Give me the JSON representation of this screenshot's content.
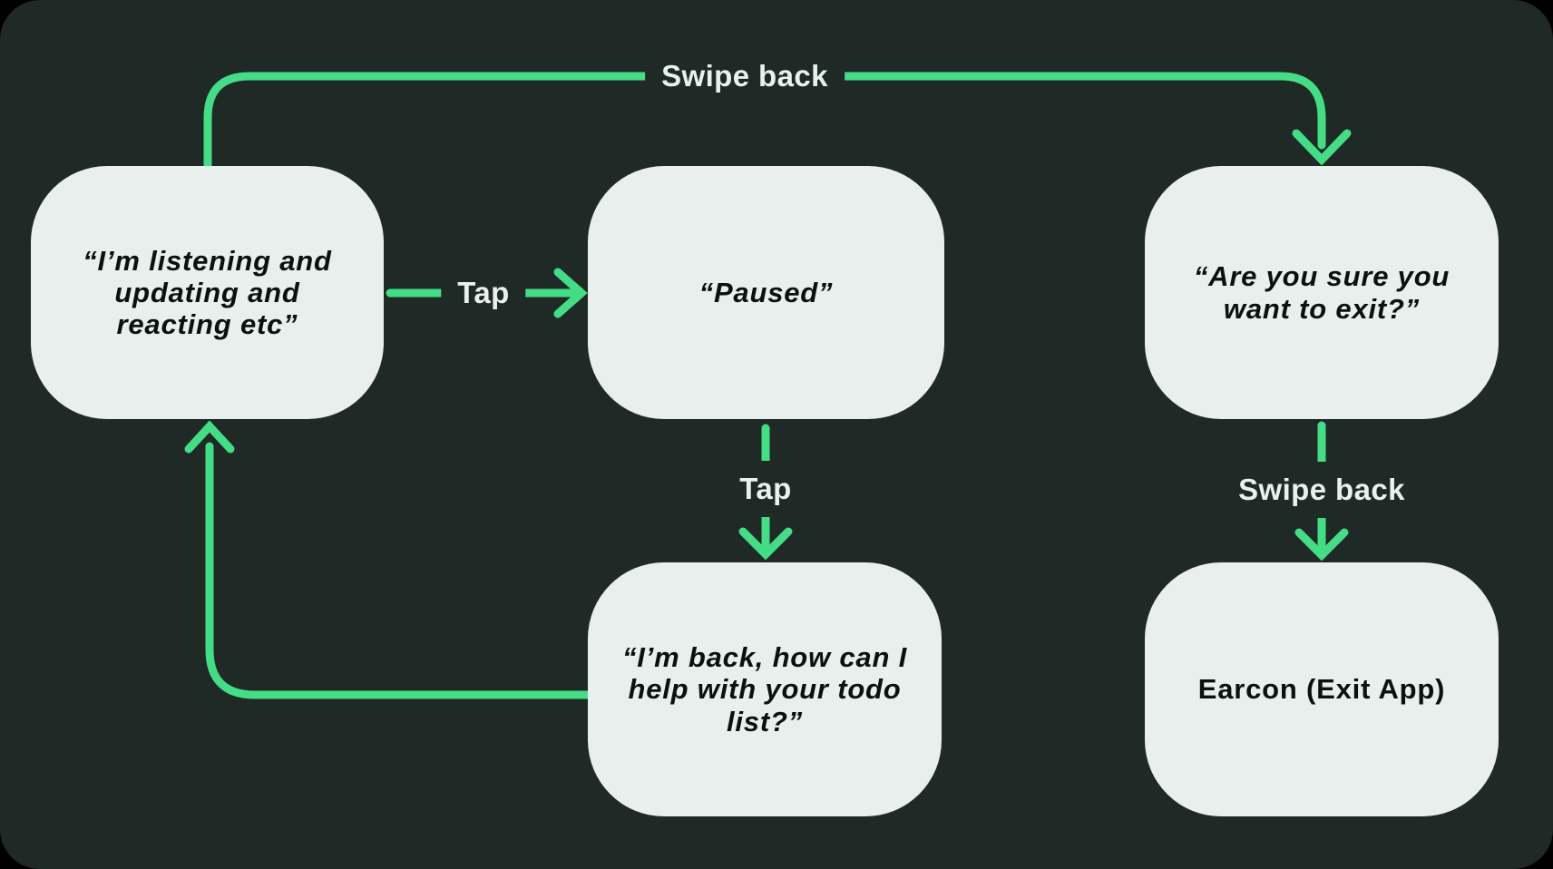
{
  "diagram": {
    "title": "voice-assistant-state-flow",
    "colors": {
      "background": "#1F2926",
      "node_fill": "#E8EFEC",
      "arrow": "#44DD86",
      "node_text": "#0B110E",
      "label_text": "#E9F0ED"
    },
    "nodes": [
      {
        "id": "listening",
        "text": "“I’m listening and updating and reacting etc”"
      },
      {
        "id": "paused",
        "text": "“Paused”"
      },
      {
        "id": "exit-confirm",
        "text": "“Are you sure you want to exit?”"
      },
      {
        "id": "back-todo",
        "text": "“I’m back, how can I help with your todo list?”"
      },
      {
        "id": "earcon",
        "text": "Earcon (Exit App)"
      }
    ],
    "edges": [
      {
        "from": "listening",
        "to": "exit-confirm",
        "label": "Swipe back"
      },
      {
        "from": "listening",
        "to": "paused",
        "label": "Tap"
      },
      {
        "from": "paused",
        "to": "back-todo",
        "label": "Tap"
      },
      {
        "from": "exit-confirm",
        "to": "earcon",
        "label": "Swipe back"
      },
      {
        "from": "back-todo",
        "to": "listening",
        "label": ""
      }
    ],
    "labels": {
      "swipe_back_top": "Swipe back",
      "tap_horizontal": "Tap",
      "tap_vertical": "Tap",
      "swipe_back_right": "Swipe back"
    }
  }
}
